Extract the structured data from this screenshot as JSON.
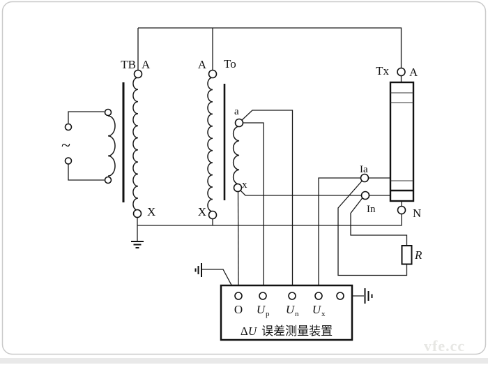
{
  "figure": {
    "source": {
      "symbol": "~"
    },
    "tb": {
      "name": "TB",
      "a": "A",
      "x": "X"
    },
    "to": {
      "name": "To",
      "a": "A",
      "x": "X",
      "sec_a": "a",
      "sec_x": "x"
    },
    "tx": {
      "name": "Tx",
      "a": "A",
      "n": "N"
    },
    "switch": {
      "ia": "Ia",
      "in": "In"
    },
    "resistor": {
      "label": "R"
    },
    "device": {
      "terminals": [
        {
          "base": "O",
          "sub": ""
        },
        {
          "base": "U",
          "sub": "p"
        },
        {
          "base": "U",
          "sub": "n"
        },
        {
          "base": "U",
          "sub": "x"
        }
      ],
      "title_delta": "Δ",
      "title_u": "U",
      "title_cn": "误差测量装置"
    },
    "watermark": "vfe.cc"
  }
}
